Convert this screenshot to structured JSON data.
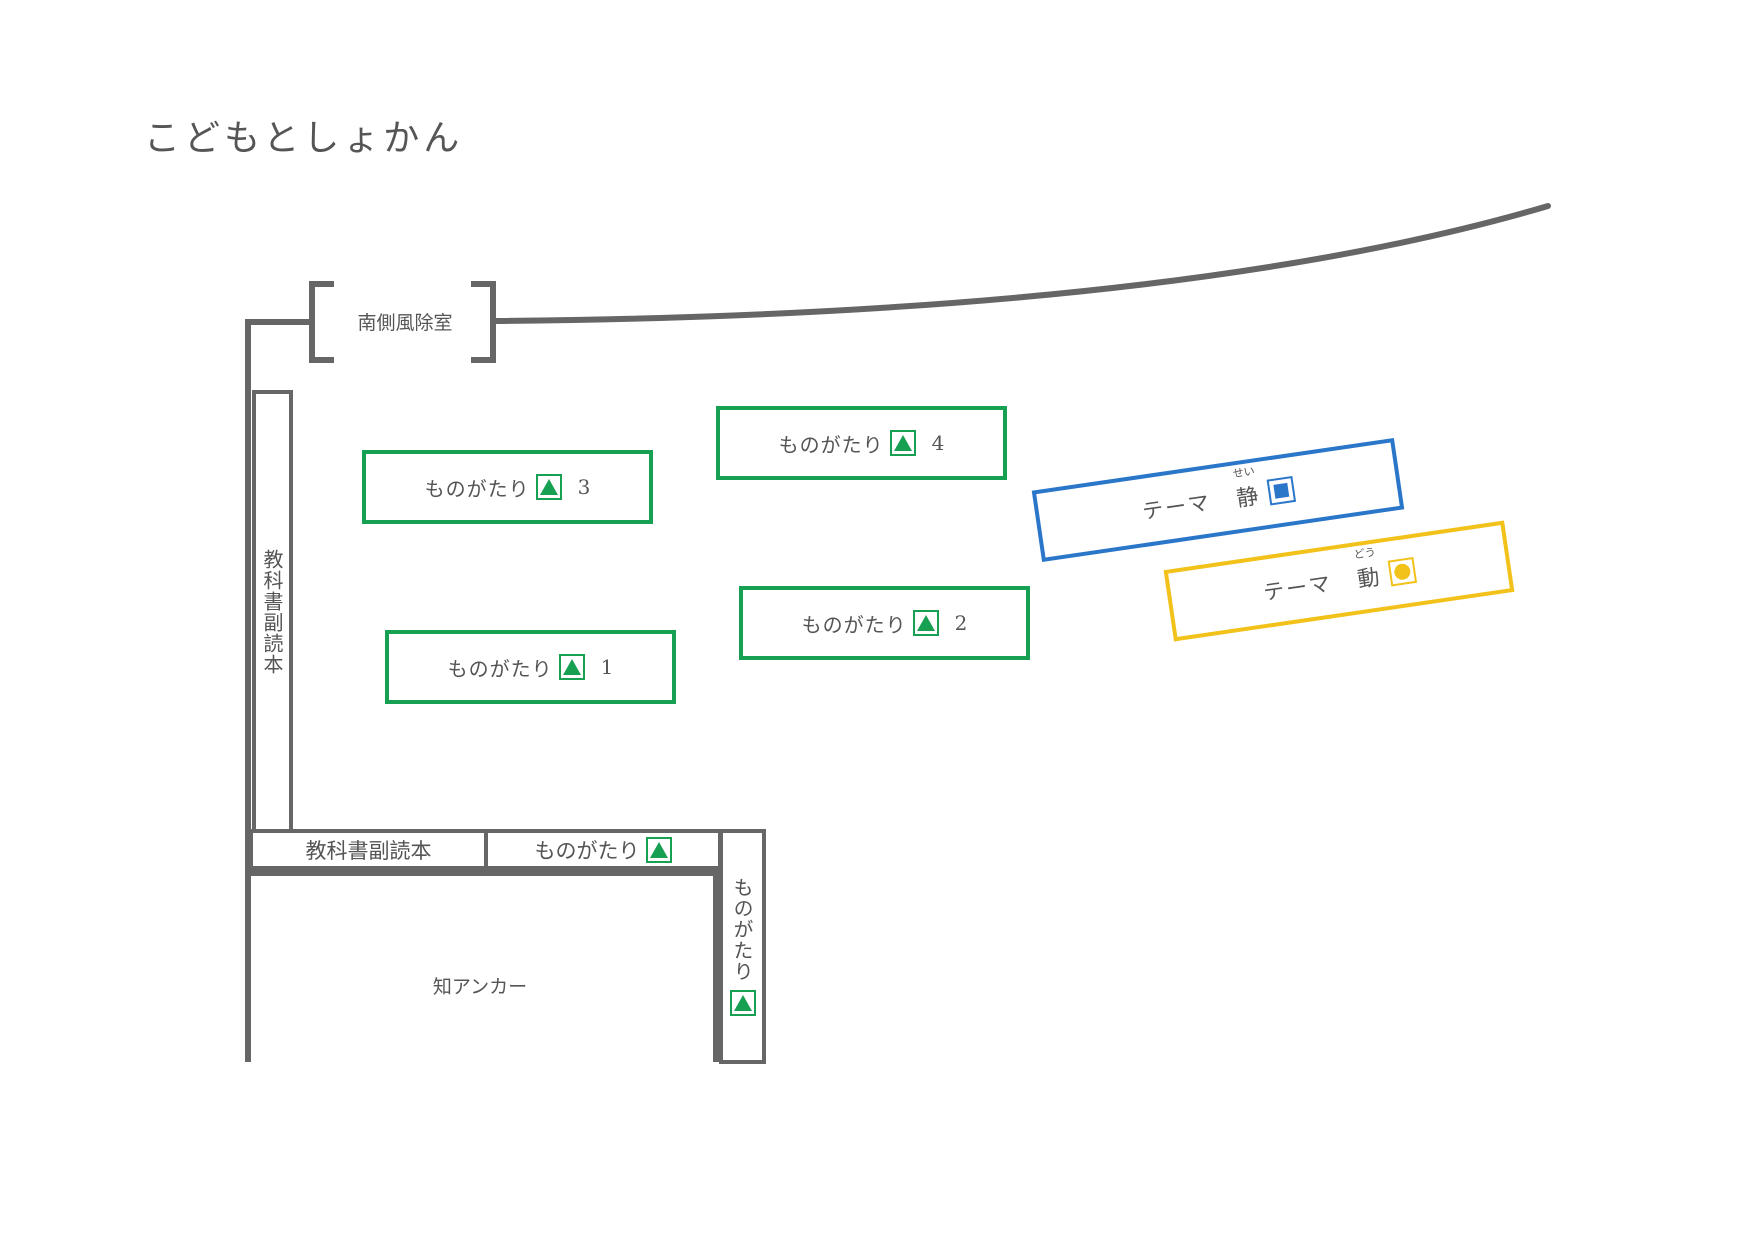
{
  "title": "こどもとしょかん",
  "vestibule": {
    "label": "南側風除室"
  },
  "anchor_area": {
    "label": "知アンカー"
  },
  "wall_shelves": {
    "left_vertical": "教科書副読本",
    "bottom_left": "教科書副読本",
    "bottom_right": "ものがたり",
    "right_vertical": "ものがたり"
  },
  "shelves": [
    {
      "label": "ものがたり",
      "number": "3"
    },
    {
      "label": "ものがたり",
      "number": "4"
    },
    {
      "label": "ものがたり",
      "number": "2"
    },
    {
      "label": "ものがたり",
      "number": "1"
    }
  ],
  "themes": [
    {
      "label": "テーマ",
      "kanji": "静",
      "ruby": "せい",
      "color": "#2a76c9",
      "icon": "blue-square-icon"
    },
    {
      "label": "テーマ",
      "kanji": "動",
      "ruby": "どう",
      "color": "#f2c21b",
      "icon": "yellow-circle-icon"
    }
  ],
  "colors": {
    "walls": "#666666",
    "story_shelf": "#17a052",
    "theme_quiet": "#2a76c9",
    "theme_active": "#f2c21b"
  }
}
